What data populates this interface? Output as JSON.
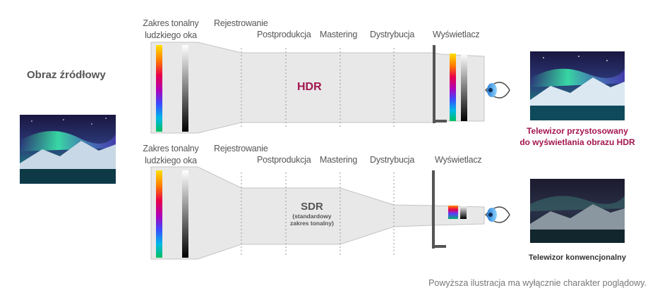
{
  "source": {
    "title": "Obraz źródłowy"
  },
  "hdr_row": {
    "human_range_label": "Zakres tonalny ludzkiego oka",
    "stages": {
      "recording": "Rejestrowanie",
      "postproduction": "Postprodukcja",
      "mastering": "Mastering",
      "distribution": "Dystrybucja",
      "display": "Wyświetlacz"
    },
    "tag": "HDR",
    "tv_caption_line1": "Telewizor przystosowany",
    "tv_caption_line2": "do wyświetlania obrazu HDR"
  },
  "sdr_row": {
    "human_range_label": "Zakres tonalny ludzkiego oka",
    "stages": {
      "recording": "Rejestrowanie",
      "postproduction": "Postprodukcja",
      "mastering": "Mastering",
      "distribution": "Dystrybucja",
      "display": "Wyświetlacz"
    },
    "tag": "SDR",
    "tag_sub_line1": "(standardowy",
    "tag_sub_line2": "zakres tonalny)",
    "tv_caption": "Telewizor konwencjonalny"
  },
  "footnote": "Powyższa ilustracja ma wyłącznie charakter poglądowy.",
  "colors": {
    "hdr_accent": "#a3164f",
    "funnel_fill": "#e8e8e8",
    "funnel_stroke": "#bdbdbd"
  }
}
